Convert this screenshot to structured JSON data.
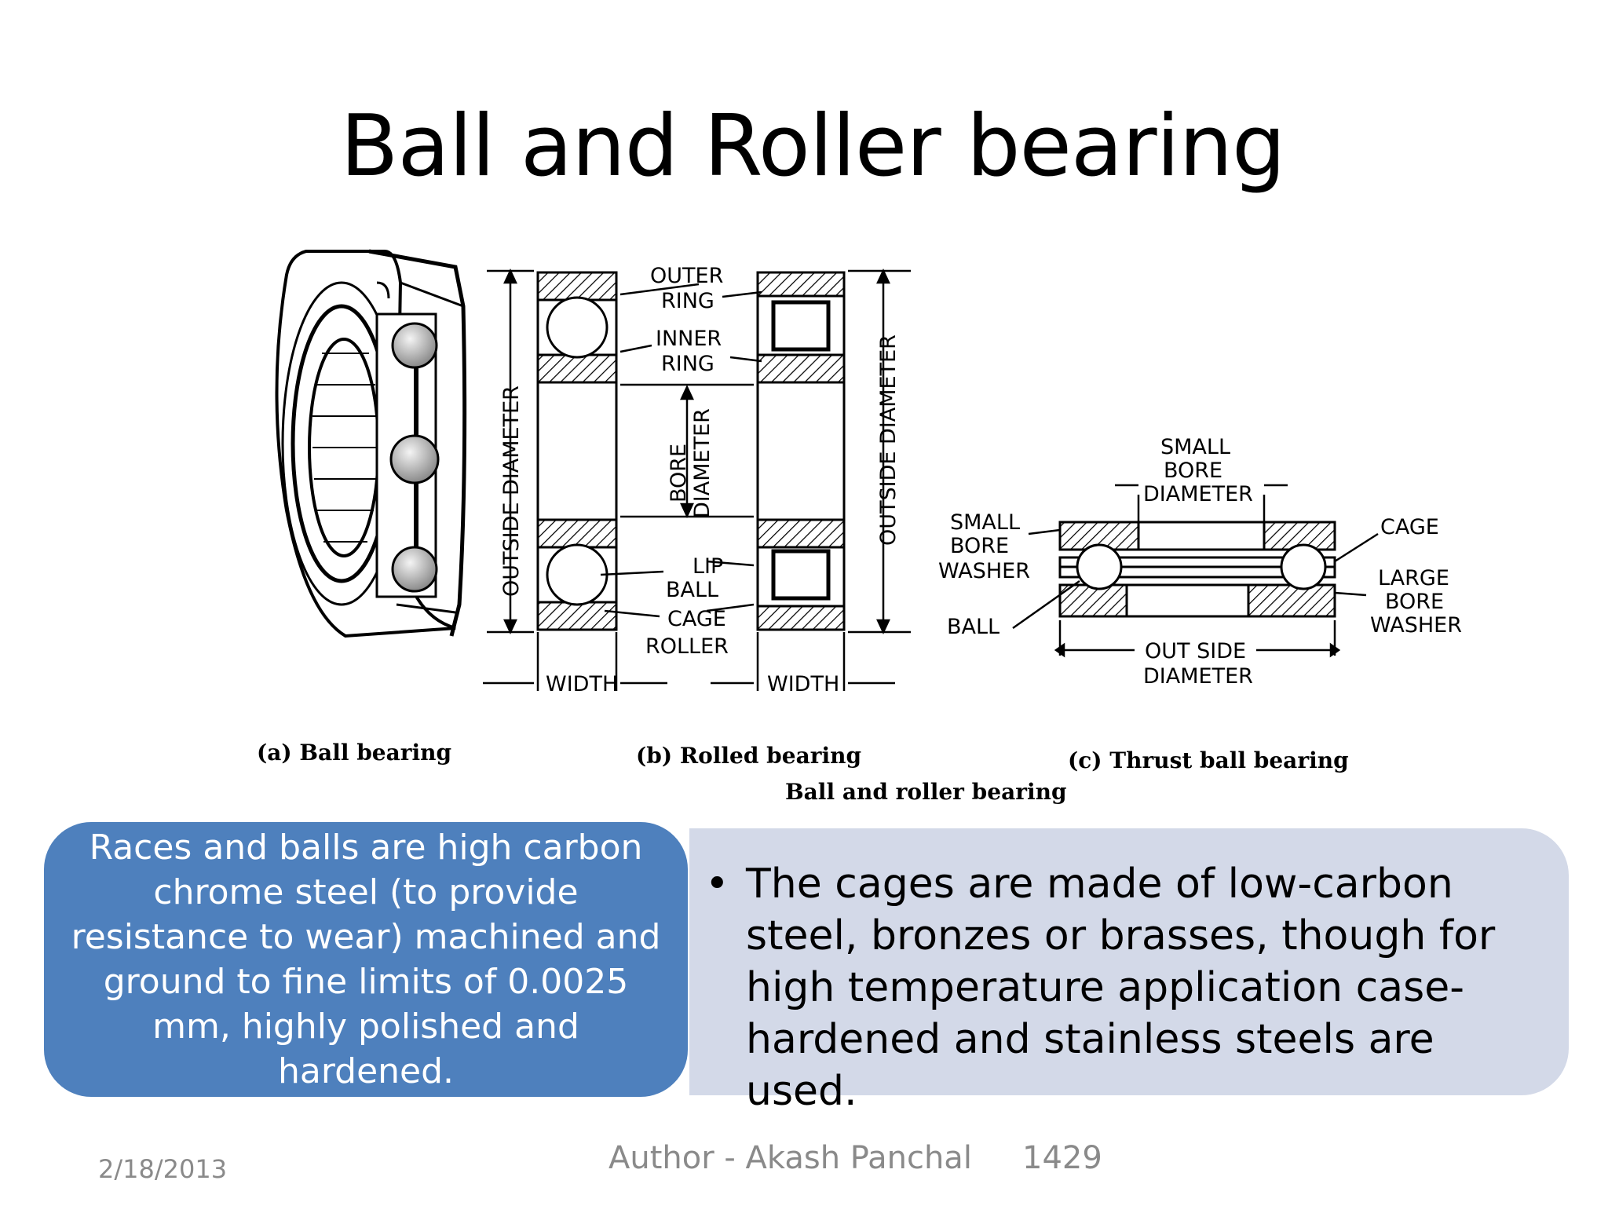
{
  "slide": {
    "title": "Ball and Roller bearing"
  },
  "figure": {
    "labels": {
      "outer_ring": [
        "OUTER",
        "RING"
      ],
      "inner_ring": [
        "INNER",
        "RING"
      ],
      "outside_diameter": "OUTSIDE DIAMETER",
      "bore": "BORE",
      "diameter": "DIAMETER",
      "lip": "LIP",
      "ball": "BALL",
      "cage": "CAGE",
      "roller": "ROLLER",
      "width": "WIDTH",
      "small_bore_diameter": [
        "SMALL",
        "BORE",
        "DIAMETER"
      ],
      "small_bore_washer": [
        "SMALL",
        "BORE",
        "WASHER"
      ],
      "thrust_ball": "BALL",
      "thrust_cage": "CAGE",
      "large_bore_washer": [
        "LARGE",
        "BORE",
        "WASHER"
      ],
      "out_side_diameter": [
        "OUT SIDE",
        "DIAMETER"
      ]
    },
    "captions": {
      "a": "(a) Ball bearing",
      "b": "(b) Rolled bearing",
      "c": "(c) Thrust ball bearing",
      "main": "Ball and roller bearing"
    }
  },
  "boxes": {
    "left_text": "Races and balls are high carbon chrome steel (to provide resistance to wear) machined and  ground to fine limits of 0.0025 mm, highly polished and hardened.",
    "bullet_symbol": "•",
    "right_text": "The cages are made of low-carbon steel, bronzes or brasses, though for high temperature application case-hardened and stainless steels are used."
  },
  "footer": {
    "date": "2/18/2013",
    "author": "Author - Akash Panchal",
    "slide_number": "1429"
  },
  "colors": {
    "blue_box": "#4e80bd",
    "grey_box": "#d3d9e8",
    "footer_text": "#8a8a8a"
  }
}
